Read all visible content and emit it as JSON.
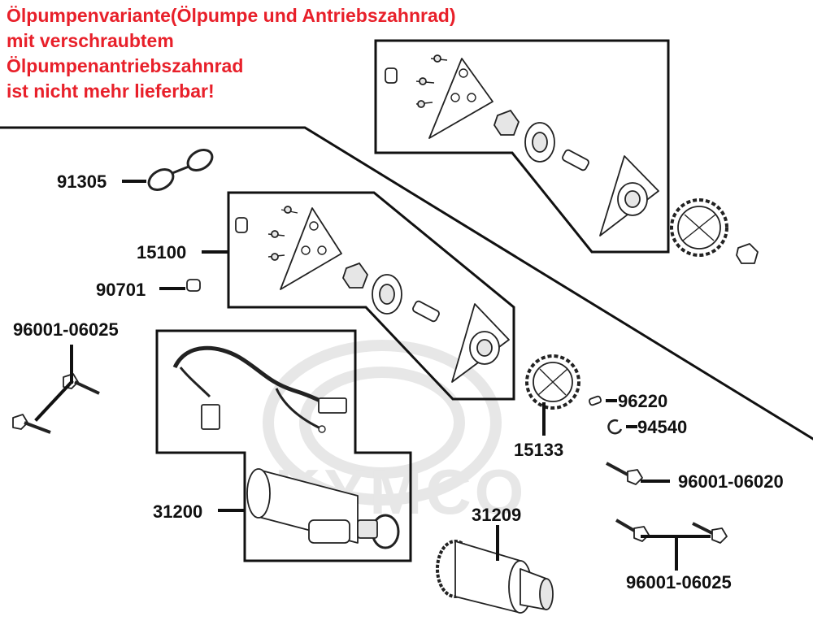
{
  "notice": {
    "lines": [
      "Ölpumpenvariante(Ölpumpe und Antriebszahnrad)",
      "mit verschraubtem",
      "Ölpumpenantriebszahnrad",
      "ist nicht mehr lieferbar!"
    ],
    "color": "#e8202a"
  },
  "watermark": {
    "text": "KYMCO",
    "color": "#e7e7e7"
  },
  "parts": {
    "p91305": "91305",
    "p15100": "15100",
    "p90701": "90701",
    "p96001_06025_left": "96001-06025",
    "p31200": "31200",
    "p15133": "15133",
    "p96220": "96220",
    "p94540": "94540",
    "p96001_06020": "96001-06020",
    "p31209": "31209",
    "p96001_06025_right": "96001-06025"
  },
  "icons": {
    "o_ring": "o-ring-icon",
    "oil_pump_plate": "oil-pump-plate-icon",
    "sprocket": "sprocket-icon",
    "starter_motor": "starter-motor-icon",
    "wire_harness": "wire-harness-icon",
    "bolt": "bolt-icon",
    "pin": "pin-icon",
    "clip": "circlip-icon",
    "starter_clutch": "starter-clutch-icon"
  }
}
